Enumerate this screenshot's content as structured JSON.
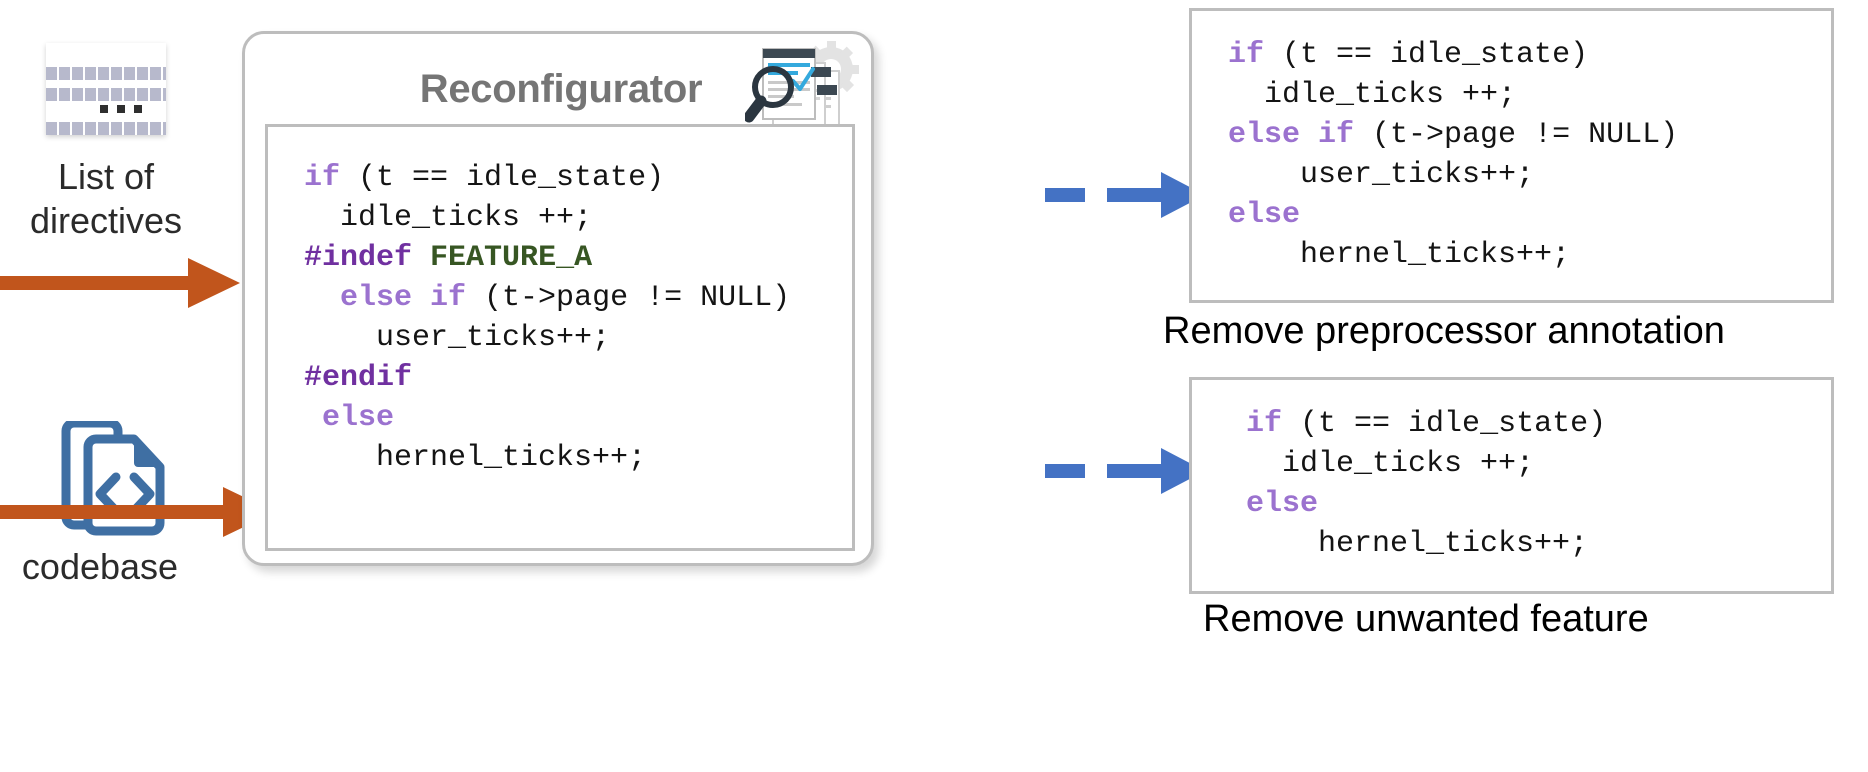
{
  "inputs": [
    {
      "icon": "document-list-icon",
      "label": "List of\ndirectives"
    },
    {
      "icon": "code-files-icon",
      "label": "codebase"
    }
  ],
  "reconfigurator": {
    "title": "Reconfigurator",
    "icon": "document-analysis-magnifier-icon",
    "code": {
      "lines": [
        [
          {
            "t": "if",
            "c": "kw"
          },
          {
            "t": " (t == idle_state)",
            "c": "plain"
          }
        ],
        [
          {
            "t": "  idle_ticks ++;",
            "c": "plain"
          }
        ],
        [
          {
            "t": "#indef",
            "c": "pp"
          },
          {
            "t": " ",
            "c": "plain"
          },
          {
            "t": "FEATURE_A",
            "c": "macro"
          }
        ],
        [
          {
            "t": "  ",
            "c": "plain"
          },
          {
            "t": "else if",
            "c": "kw"
          },
          {
            "t": " (t->page != NULL)",
            "c": "plain"
          }
        ],
        [
          {
            "t": "    user_ticks++;",
            "c": "plain"
          }
        ],
        [
          {
            "t": "#endif",
            "c": "pp"
          }
        ],
        [
          {
            "t": " ",
            "c": "plain"
          },
          {
            "t": "else",
            "c": "kw"
          }
        ],
        [
          {
            "t": "    hernel_ticks++;",
            "c": "plain"
          }
        ]
      ]
    }
  },
  "arrows": {
    "input_color": "#C1551C",
    "output_color": "#4472C4"
  },
  "outputs": [
    {
      "caption": "Remove preprocessor annotation",
      "code": {
        "lines": [
          [
            {
              "t": "if",
              "c": "kw"
            },
            {
              "t": " (t == idle_state)",
              "c": "plain"
            }
          ],
          [
            {
              "t": "  idle_ticks ++;",
              "c": "plain"
            }
          ],
          [
            {
              "t": "else if",
              "c": "kw"
            },
            {
              "t": " (t->page != NULL)",
              "c": "plain"
            }
          ],
          [
            {
              "t": "    user_ticks++;",
              "c": "plain"
            }
          ],
          [
            {
              "t": "else",
              "c": "kw"
            }
          ],
          [
            {
              "t": "    hernel_ticks++;",
              "c": "plain"
            }
          ]
        ]
      }
    },
    {
      "caption": "Remove unwanted feature",
      "code": {
        "lines": [
          [
            {
              "t": " ",
              "c": "plain"
            },
            {
              "t": "if",
              "c": "kw"
            },
            {
              "t": " (t == idle_state)",
              "c": "plain"
            }
          ],
          [
            {
              "t": "   idle_ticks ++;",
              "c": "plain"
            }
          ],
          [
            {
              "t": " ",
              "c": "plain"
            },
            {
              "t": "else",
              "c": "kw"
            }
          ],
          [
            {
              "t": "     hernel_ticks++;",
              "c": "plain"
            }
          ]
        ]
      }
    }
  ]
}
